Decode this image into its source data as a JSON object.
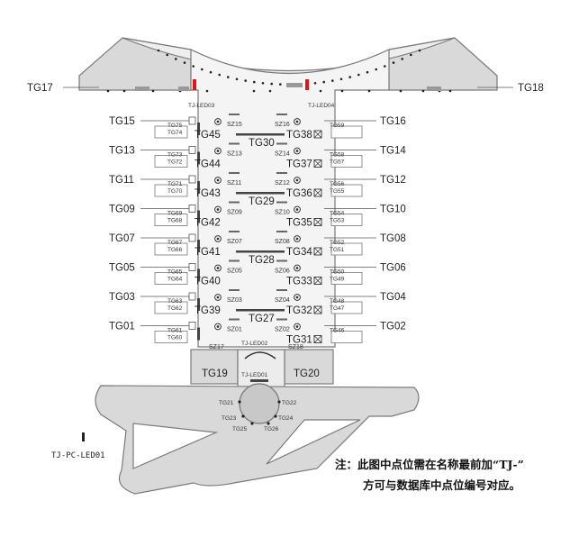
{
  "colors": {
    "fill": "#d9d9d9",
    "stroke": "#7a7a7a",
    "accent": "#e2141b",
    "text": "#222222"
  },
  "top_labels": {
    "left": "TG17",
    "right": "TG18"
  },
  "leds": {
    "led03": "TJ-LED03",
    "led04": "TJ-LED04",
    "led02": "TJ-LED02",
    "led01": "TJ-LED01",
    "pc": "TJ-PC-LED01"
  },
  "bays_left": [
    "TG15",
    "TG13",
    "TG11",
    "TG09",
    "TG07",
    "TG05",
    "TG03",
    "TG01"
  ],
  "bays_right": [
    "TG16",
    "TG14",
    "TG12",
    "TG10",
    "TG08",
    "TG06",
    "TG04",
    "TG02"
  ],
  "inner_left": [
    "TG45",
    "TG44",
    "TG43",
    "TG42",
    "TG41",
    "TG40",
    "TG39"
  ],
  "inner_right": [
    "TG38",
    "TG37",
    "TG36",
    "TG35",
    "TG34",
    "TG33",
    "TG32",
    "TG31"
  ],
  "center": [
    "TG30",
    "TG29",
    "TG28",
    "TG27"
  ],
  "sz_left": [
    "SZ15",
    "SZ13",
    "SZ11",
    "SZ09",
    "SZ07",
    "SZ05",
    "SZ03",
    "SZ01",
    "SZ17"
  ],
  "sz_right": [
    "SZ16",
    "SZ14",
    "SZ12",
    "SZ10",
    "SZ08",
    "SZ06",
    "SZ04",
    "SZ02",
    "SZ18"
  ],
  "gates_left": [
    "TG75",
    "TG74",
    "TG73",
    "TG72",
    "TG71",
    "TG70",
    "TG69",
    "TG68",
    "TG67",
    "TG66",
    "TG65",
    "TG64",
    "TG63",
    "TG62",
    "TG61",
    "TG60"
  ],
  "gates_right": [
    "TG59",
    "TG58",
    "TG57",
    "TG56",
    "TG55",
    "TG54",
    "TG53",
    "TG52",
    "TG51",
    "TG50",
    "TG49",
    "TG48",
    "TG47",
    "TG46"
  ],
  "bottom_bays": {
    "left": "TG19",
    "right": "TG20"
  },
  "hub": [
    "TG21",
    "TG22",
    "TG23",
    "TG24",
    "TG25",
    "TG26"
  ],
  "note": {
    "line1": "注：此图中点位需在名称最前加“TJ-”",
    "line2": "方可与数据库中点位编号对应。"
  }
}
